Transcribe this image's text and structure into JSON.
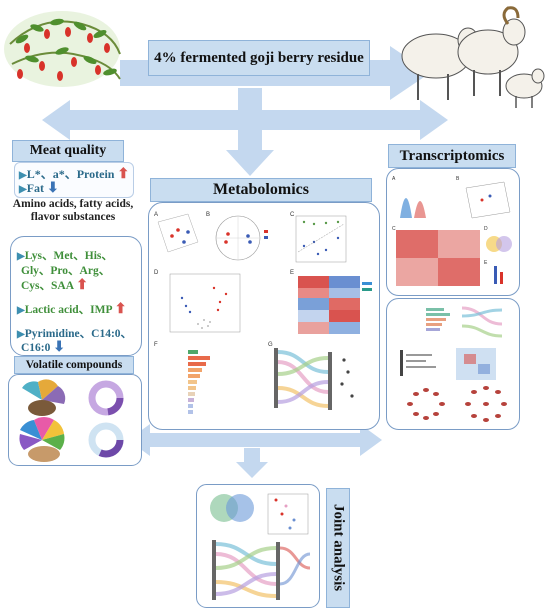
{
  "banner": {
    "title": "4% fermented goji berry residue"
  },
  "meat_quality": {
    "title": "Meat quality",
    "line1": "L*、a*、Protein",
    "line2": "Fat",
    "sub": "Amino acids, fatty acids, flavor substances",
    "aa_line1": "Lys、Met、His、",
    "aa_line2": "Gly、Pro、Arg、",
    "aa_line3": "Cys、SAA",
    "lactic": "Lactic acid、IMP",
    "pyr_line1": "Pyrimidine、C14:0、",
    "pyr_line2": "C16:0",
    "volatile_title": "Volatile compounds"
  },
  "metabolomics": {
    "title": "Metabolomics"
  },
  "transcriptomics": {
    "title": "Transcriptomics"
  },
  "joint": {
    "title": "Joint analysis"
  },
  "panel_letters": [
    "A",
    "B",
    "C",
    "D",
    "E",
    "F",
    "G"
  ],
  "colors": {
    "arrow": "#c4d8ef",
    "panel_border": "#7a9cc6",
    "up": "#d9534f",
    "down": "#3a73b5"
  }
}
